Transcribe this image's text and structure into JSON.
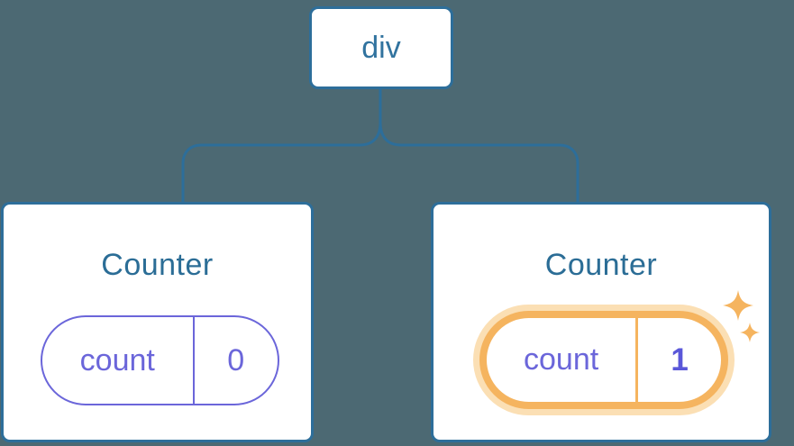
{
  "diagram": {
    "root": {
      "label": "div"
    },
    "children": [
      {
        "title": "Counter",
        "state": {
          "key": "count",
          "value": "0"
        },
        "highlighted": false
      },
      {
        "title": "Counter",
        "state": {
          "key": "count",
          "value": "1"
        },
        "highlighted": true
      }
    ]
  },
  "colors": {
    "background": "#4C6973",
    "node_border_blue": "#2D6E9A",
    "node_fill": "#ffffff",
    "title_blue": "#2B6D96",
    "state_purple": "#6B66DA",
    "value_purple_bold": "#5A57D9",
    "highlight_orange": "#F5B45F",
    "highlight_glow": "#FBDFB4"
  }
}
